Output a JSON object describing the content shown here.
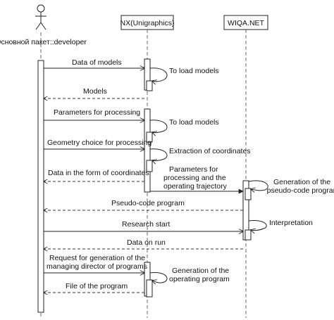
{
  "actors": {
    "developer": {
      "label": "Основной пакет::developer",
      "icon": "stick-figure-icon"
    },
    "nx": {
      "label": "NX(Unigraphics)"
    },
    "wiqa": {
      "label": "WIQA.NET"
    }
  },
  "messages": [
    {
      "id": "msg-data-of-models",
      "from": "developer",
      "to": "nx",
      "style": "solid",
      "label": "Data of models"
    },
    {
      "id": "msg-models",
      "from": "nx",
      "to": "developer",
      "style": "dashed",
      "label": "Models"
    },
    {
      "id": "msg-parameters-for-processing",
      "from": "developer",
      "to": "nx",
      "style": "solid",
      "label": "Parameters for processing"
    },
    {
      "id": "msg-geometry-choice",
      "from": "developer",
      "to": "nx",
      "style": "solid",
      "label": "Geometry choice for processing"
    },
    {
      "id": "msg-data-coordinates",
      "from": "nx",
      "to": "developer",
      "style": "dashed",
      "label": "Data in the form of coordinates"
    },
    {
      "id": "msg-params-trajectory",
      "from": "nx",
      "to": "wiqa",
      "style": "solid",
      "label": "Parameters for processing and the operating trajectory"
    },
    {
      "id": "msg-pseudo-code-program",
      "from": "wiqa",
      "to": "developer",
      "style": "dashed",
      "label": "Pseudo-code program"
    },
    {
      "id": "msg-research-start",
      "from": "developer",
      "to": "wiqa",
      "style": "solid",
      "label": "Research start"
    },
    {
      "id": "msg-data-on-run",
      "from": "wiqa",
      "to": "developer",
      "style": "dashed",
      "label": "Data on run"
    },
    {
      "id": "msg-request-generation",
      "from": "developer",
      "to": "nx",
      "style": "solid",
      "label": "Request for generation of the managing director of programs"
    },
    {
      "id": "msg-file-of-program",
      "from": "nx",
      "to": "developer",
      "style": "dashed",
      "label": "File of the program"
    }
  ],
  "self_calls": [
    {
      "id": "self-load-models-1",
      "on": "nx",
      "label": "To load models"
    },
    {
      "id": "self-load-models-2",
      "on": "nx",
      "label": "To load models"
    },
    {
      "id": "self-extraction",
      "on": "nx",
      "label": "Extraction of coordinates"
    },
    {
      "id": "self-generation-pseudo",
      "on": "wiqa",
      "label": "Generation of the pseudo-code program"
    },
    {
      "id": "self-interpretation",
      "on": "wiqa",
      "label": "Interpretation"
    },
    {
      "id": "self-generation-operating",
      "on": "nx",
      "label": "Generation of the operating program"
    }
  ]
}
